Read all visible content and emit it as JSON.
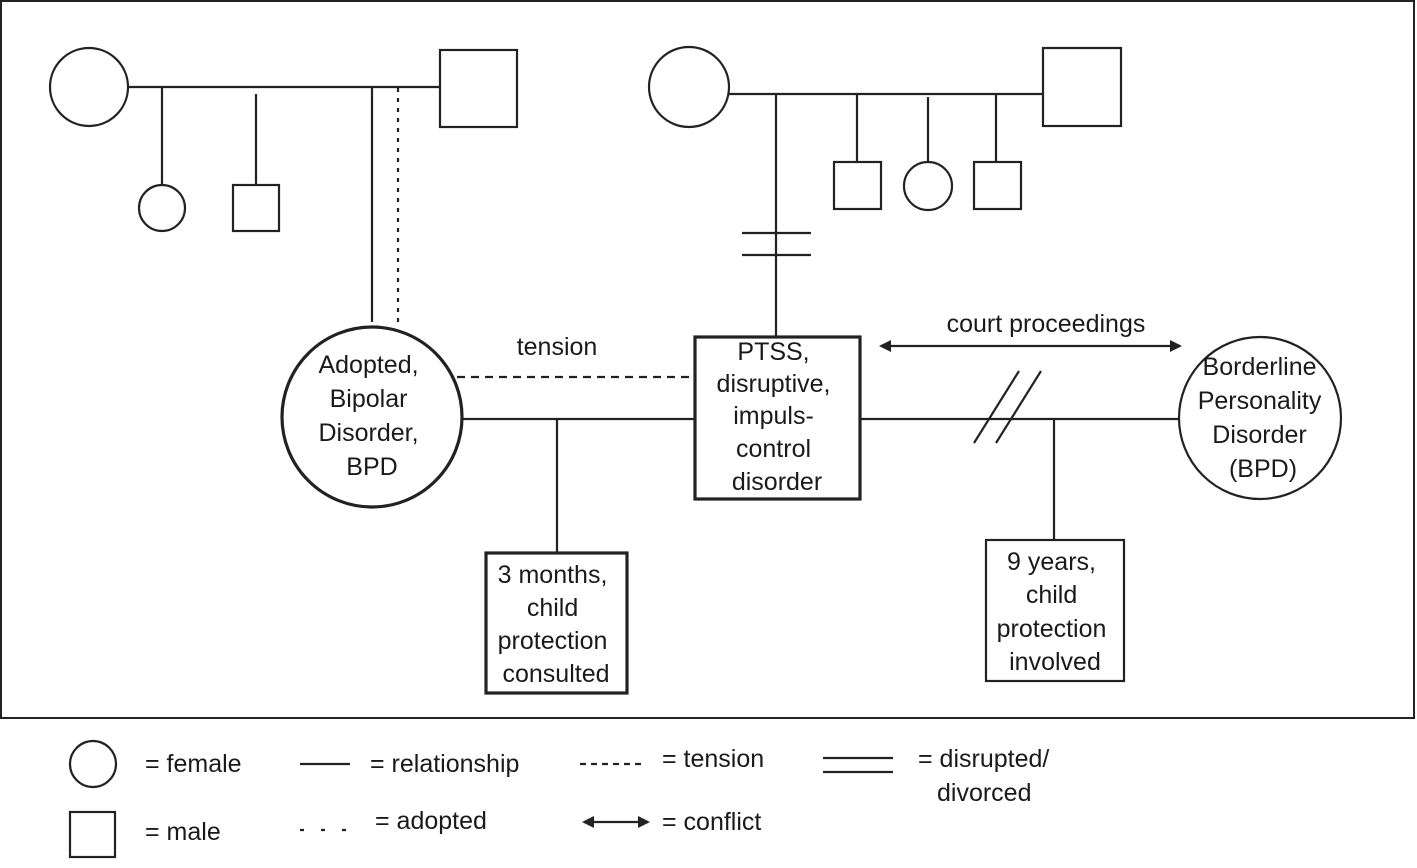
{
  "nodes": {
    "mother": [
      "Adopted,",
      "Bipolar",
      "Disorder,",
      "BPD"
    ],
    "father": [
      "PTSS,",
      "disruptive,",
      "impuls-",
      "control",
      "disorder"
    ],
    "ex_partner": [
      "Borderline",
      "Personality",
      "Disorder",
      "(BPD)"
    ],
    "infant": [
      "3 months,",
      "child",
      "protection",
      "consulted"
    ],
    "older_child": [
      "9 years,",
      "child",
      "protection",
      "involved"
    ]
  },
  "labels": {
    "tension": "tension",
    "court": "court proceedings"
  },
  "legend": {
    "female": "= female",
    "male": "= male",
    "relationship": "= relationship",
    "adopted": "= adopted",
    "tension": "= tension",
    "conflict": "= conflict",
    "divorced_line1": "= disrupted/",
    "divorced_line2": "divorced"
  },
  "colors": {
    "line": "#222222",
    "text": "#1a1a1a",
    "background": "#ffffff"
  }
}
